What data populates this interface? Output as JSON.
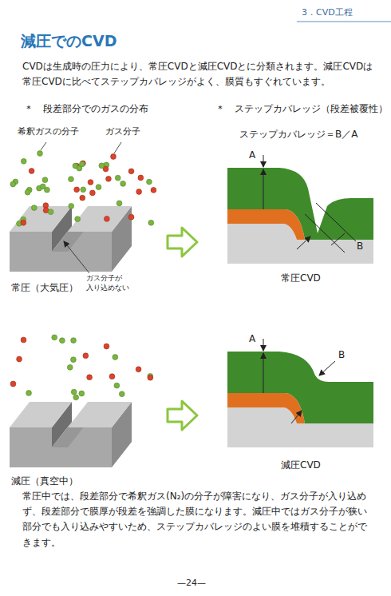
{
  "diagram": {
    "title": "減圧でのCVD",
    "labels": [
      "3．CVD工程",
      "CVDは生成時の圧力により、常圧CVDと減圧CVDとに分類されます。減圧CVDは常圧CVDに比べてステップカバレッジがよく、膜質もすぐれています。",
      "＊　段差部分でのガスの分布",
      "＊　ステップカバレッジ（段差被覆性）",
      "希釈ガスの分子",
      "ガス分子",
      "ステップカバレッジ＝B／A",
      "A",
      "B",
      "ガス分子が 入り込めない",
      "常圧（大気圧）",
      "常圧CVD",
      "A",
      "B",
      "減圧（真空中）",
      "減圧CVD",
      "常圧中では、段差部分で希釈ガス(N₂)の分子が障害になり、ガス分子が入り込めず、段差部分で膜厚が段差を強調した膜になります。減圧中ではガス分子が狭い部分でも入り込みやすいため、ステップカバレッジのよい膜を堆積することができます。",
      "—24—"
    ]
  }
}
